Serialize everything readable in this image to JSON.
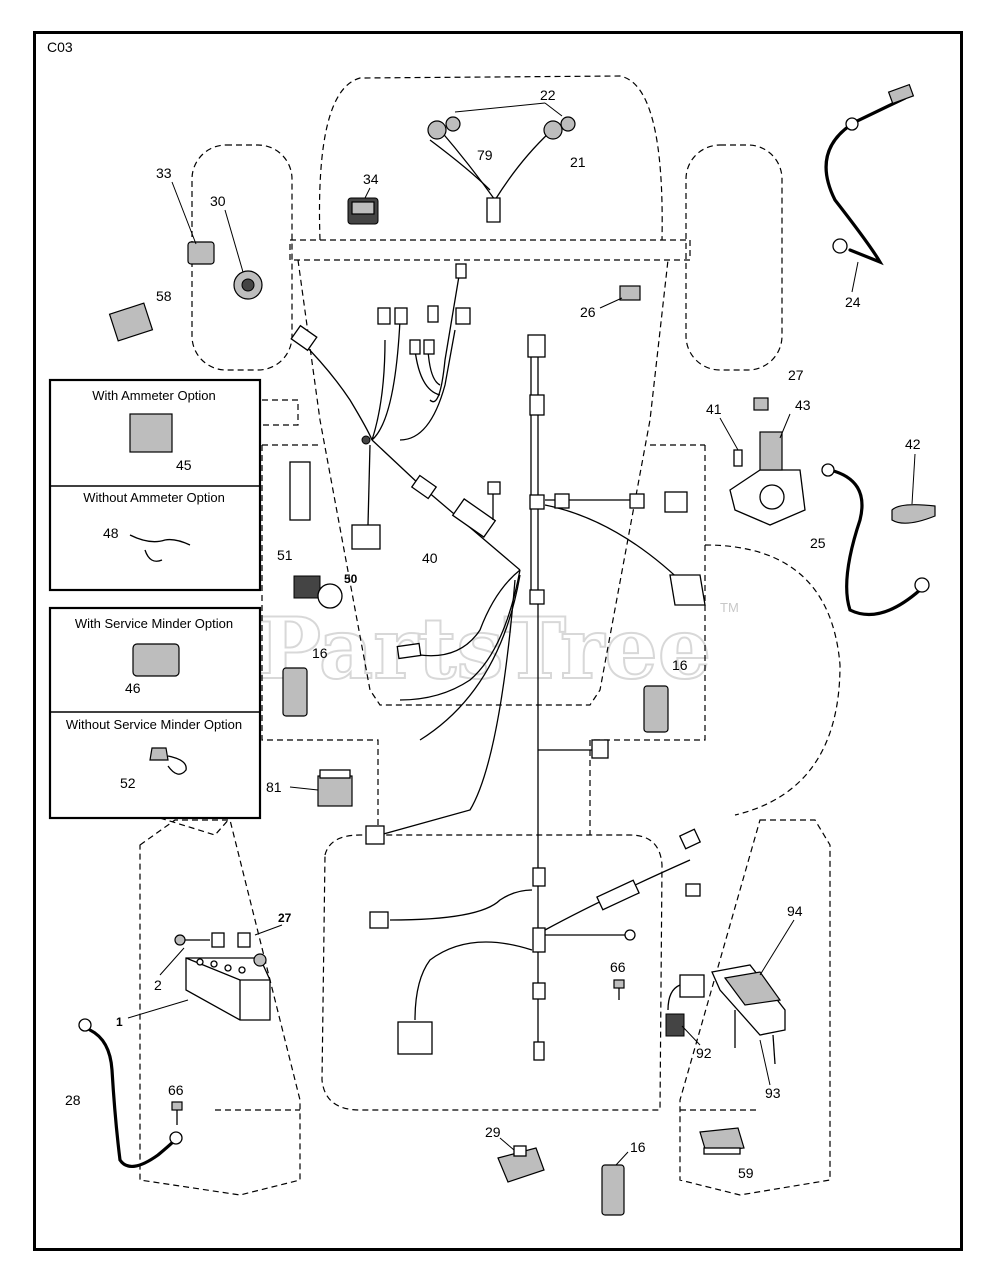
{
  "diagram_code": "C03",
  "watermark": {
    "text": "PartsTree",
    "tm": "TM"
  },
  "options": {
    "ammeter_with": "With Ammeter Option",
    "ammeter_without": "Without Ammeter Option",
    "service_minder_with": "With Service Minder Option",
    "service_minder_without": "Without Service Minder Option"
  },
  "callouts": {
    "p22": "22",
    "p79": "79",
    "p21": "21",
    "p34": "34",
    "p33": "33",
    "p30": "30",
    "p58": "58",
    "p24": "24",
    "p26": "26",
    "p27a": "27",
    "p41": "41",
    "p43": "43",
    "p42": "42",
    "p25": "25",
    "p45": "45",
    "p48": "48",
    "p51": "51",
    "p40": "40",
    "p50": "50",
    "p46": "46",
    "p52": "52",
    "p16a": "16",
    "p16b": "16",
    "p81": "81",
    "p27b": "27",
    "p2": "2",
    "p1": "1",
    "p28": "28",
    "p66a": "66",
    "p66b": "66",
    "p94": "94",
    "p92": "92",
    "p93": "93",
    "p29": "29",
    "p16c": "16",
    "p59": "59"
  }
}
